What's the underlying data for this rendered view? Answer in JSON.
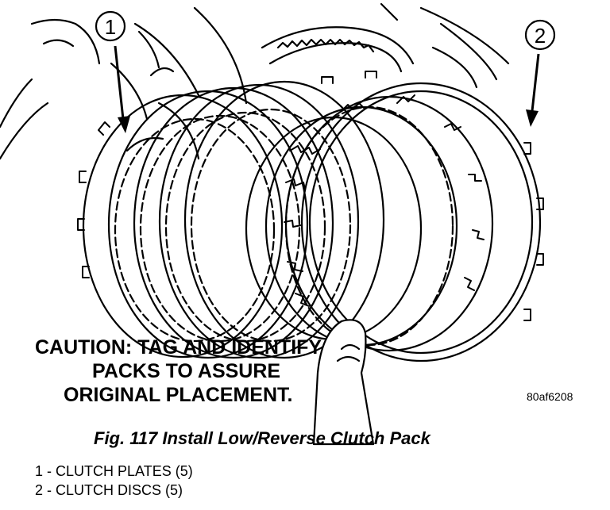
{
  "callouts": [
    "1",
    "2"
  ],
  "caution": {
    "line1": "CAUTION: TAG AND IDENTIFY",
    "line2": "PACKS TO ASSURE",
    "line3": "ORIGINAL PLACEMENT."
  },
  "figure_code": "80af6208",
  "figure_caption": "Fig. 117 Install Low/Reverse Clutch Pack",
  "legend": [
    {
      "number": "1",
      "text": "1 - CLUTCH PLATES (5)"
    },
    {
      "number": "2",
      "text": "2 - CLUTCH DISCS (5)"
    }
  ],
  "colors": {
    "ink": "#000000",
    "paper": "#ffffff"
  }
}
